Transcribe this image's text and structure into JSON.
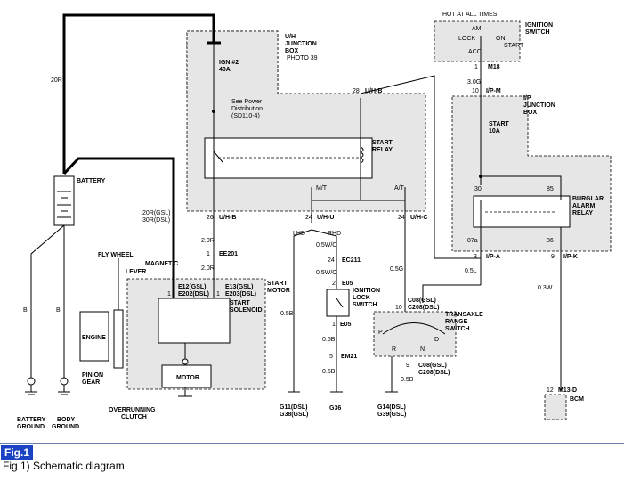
{
  "diagram": {
    "hot_at_all_times": "HOT AT ALL TIMES",
    "ignition_switch": [
      "IGNITION",
      "SWITCH"
    ],
    "switch_positions": {
      "lock": "LOCK",
      "am": "AM",
      "on": "ON",
      "start": "START",
      "acc": "ACC"
    },
    "uh_junction_box": [
      "U/H",
      "JUNCTION",
      "BOX"
    ],
    "photo": "PHOTO 39",
    "ign_fuse": [
      "IGN #2",
      "40A"
    ],
    "see_power": [
      "See Power",
      "Distribution",
      "(SD110-4)"
    ],
    "start_relay": [
      "START",
      "RELAY"
    ],
    "ip_junction_box": [
      "I/P",
      "JUNCTION",
      "BOX"
    ],
    "start_fuse": [
      "START",
      "10A"
    ],
    "burglar_relay": [
      "BURGLAR",
      "ALARM",
      "RELAY"
    ],
    "battery": "BATTERY",
    "fly_wheel": "FLY WHEEL",
    "lever": "LEVER",
    "magnetic": "MAGNETIC",
    "start_motor": [
      "START",
      "MOTOR"
    ],
    "start_solenoid": [
      "START",
      "SOLENOID"
    ],
    "engine": "ENGINE",
    "pinion_gear": [
      "PINION",
      "GEAR"
    ],
    "motor": "MOTOR",
    "overrunning_clutch": [
      "OVERRUNNING",
      "CLUTCH"
    ],
    "battery_ground": [
      "BATTERY",
      "GROUND"
    ],
    "body_ground": [
      "BODY",
      "GROUND"
    ],
    "ignition_lock_switch": [
      "IGNITION",
      "LOCK",
      "SWITCH"
    ],
    "transaxle_switch": [
      "TRANSAXLE",
      "RANGE",
      "SWITCH"
    ],
    "gear_positions": {
      "p": "P",
      "r": "R",
      "n": "N",
      "d": "D"
    },
    "bcm": "BCM",
    "lhd": "LHD",
    "rhd": "RHD",
    "mt": "M/T",
    "at": "A/T",
    "wires": {
      "w20r": "20R",
      "w3_0g": "3.0G",
      "m18": "M18",
      "pin1": "1",
      "pin10": "10",
      "ipm": "I/P-M",
      "pin28": "28",
      "uhb_top": "U/H-B",
      "pin26": "26",
      "uhb": "U/H-B",
      "pin24a": "24",
      "uhu": "U/H-U",
      "pin24b": "24",
      "uhc": "U/H-C",
      "p30": "30",
      "p85": "85",
      "p87a": "87a",
      "p86": "86",
      "pin3": "3",
      "ipa": "I/P-A",
      "pin9": "9",
      "ipk": "I/P-K",
      "w20r_gsl": "20R(GSL)",
      "w30r_dsl": "30R(DSL)",
      "w2_0r_a": "2.0R",
      "pin1_ee": "1",
      "ee201": "EE201",
      "w2_0r_b": "2.0R",
      "e12": "E12(GSL)",
      "e202": "E202(DSL)",
      "e13": "E13(GSL)",
      "e203": "E203(DSL)",
      "pin1_s1": "1",
      "pin1_s2": "1",
      "w0_5w_o_a": "0.5W/O",
      "pin24_ec": "24",
      "ec211": "EC211",
      "w0_5w_o_b": "0.5W/O",
      "pin2_e05": "2",
      "e05_top": "E05",
      "e05_bot": "E05",
      "pin1_e05": "1",
      "w0_5b_a": "0.5B",
      "pin5": "5",
      "em21": "EM21",
      "w0_5b_b": "0.5B",
      "w0_5g": "0.5G",
      "c08_top": "C08(GSL)",
      "c208_top": "C208(DSL)",
      "pin10_c": "10",
      "pin9_c": "9",
      "c08_bot": "C08(GSL)",
      "c208_bot": "C208(DSL)",
      "w0_5b_c": "0.5B",
      "w0_5l": "0.5L",
      "w0_3w": "0.3W",
      "pin12": "12",
      "m13d": "M13-D",
      "b_left": "B",
      "b_right": "B",
      "b_lhd": "0.5B"
    },
    "grounds": {
      "g11": "G11(DSL)",
      "g38": "G38(GSL)",
      "g36": "G36",
      "g14": "G14(DSL)",
      "g39": "G39(GSL)"
    }
  },
  "figure": {
    "tag": "Fig.1",
    "caption": "Fig 1) Schematic diagram"
  }
}
